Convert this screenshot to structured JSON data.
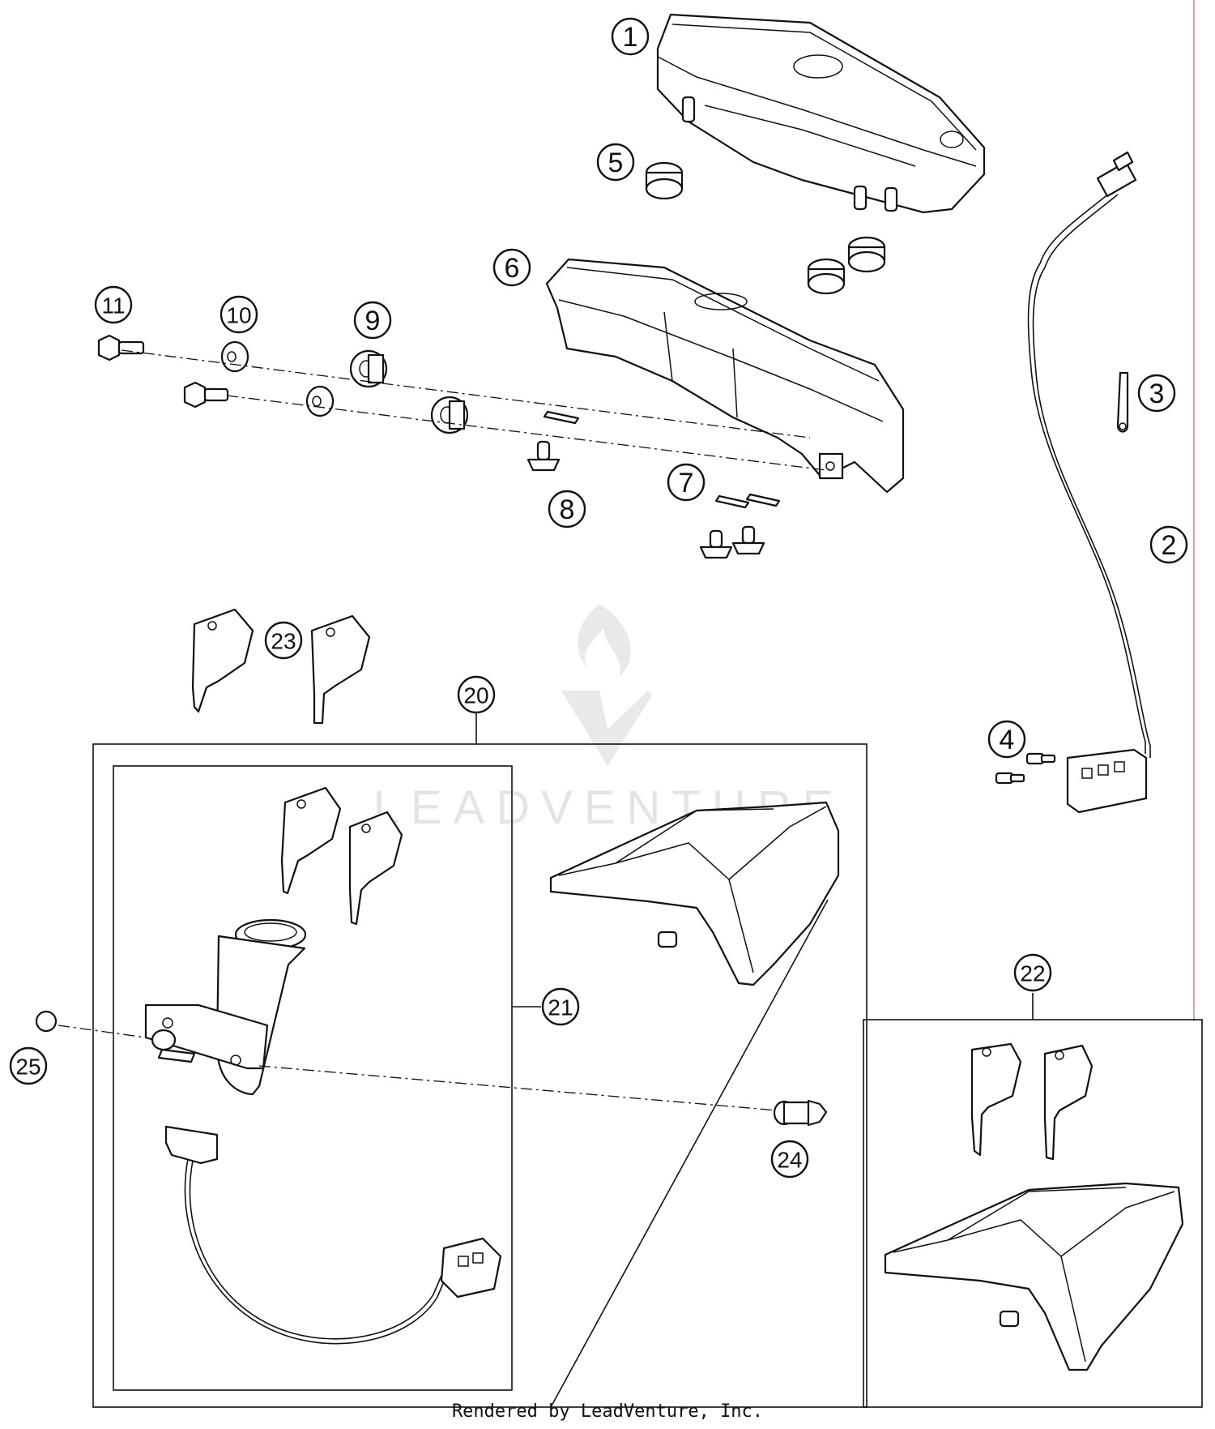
{
  "diagram": {
    "callouts": [
      {
        "id": "1",
        "label": "1"
      },
      {
        "id": "2",
        "label": "2"
      },
      {
        "id": "3",
        "label": "3"
      },
      {
        "id": "4",
        "label": "4"
      },
      {
        "id": "5",
        "label": "5"
      },
      {
        "id": "6",
        "label": "6"
      },
      {
        "id": "7",
        "label": "7"
      },
      {
        "id": "8",
        "label": "8"
      },
      {
        "id": "9",
        "label": "9"
      },
      {
        "id": "10",
        "label": "10"
      },
      {
        "id": "11",
        "label": "11"
      },
      {
        "id": "20",
        "label": "20"
      },
      {
        "id": "21",
        "label": "21"
      },
      {
        "id": "22",
        "label": "22"
      },
      {
        "id": "23",
        "label": "23"
      },
      {
        "id": "24",
        "label": "24"
      },
      {
        "id": "25",
        "label": "25"
      }
    ],
    "watermark_text": "LEADVENTURE",
    "footer_text": "Rendered by LeadVenture, Inc."
  },
  "colors": {
    "line": "#111111",
    "background": "#ffffff",
    "watermark": "#cfcfcf",
    "margin_rule": "#e06060"
  }
}
